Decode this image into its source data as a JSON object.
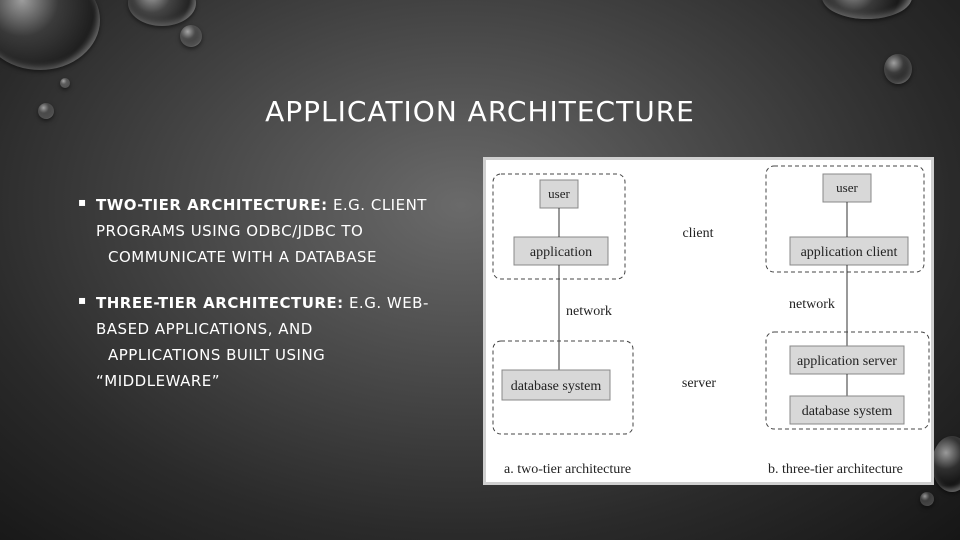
{
  "slide": {
    "title": "APPLICATION ARCHITECTURE",
    "bullets": [
      {
        "bold": "TWO-TIER ARCHITECTURE:",
        "line1": " E.G. CLIENT",
        "line2": "PROGRAMS USING ODBC/JDBC TO",
        "line3": "COMMUNICATE WITH A DATABASE"
      },
      {
        "bold": "THREE-TIER ARCHITECTURE:",
        "line1": " E.G. WEB-",
        "line2": "BASED APPLICATIONS, AND",
        "line3": "APPLICATIONS BUILT USING",
        "line4": "“MIDDLEWARE”"
      }
    ]
  },
  "diagram": {
    "two_tier": {
      "user": "user",
      "application": "application",
      "network": "network",
      "database": "database system",
      "caption": "a.  two-tier architecture"
    },
    "middle": {
      "client": "client",
      "server": "server"
    },
    "three_tier": {
      "user": "user",
      "application_client": "application client",
      "network": "network",
      "application_server": "application server",
      "database": "database system",
      "caption": "b.  three-tier architecture"
    }
  }
}
